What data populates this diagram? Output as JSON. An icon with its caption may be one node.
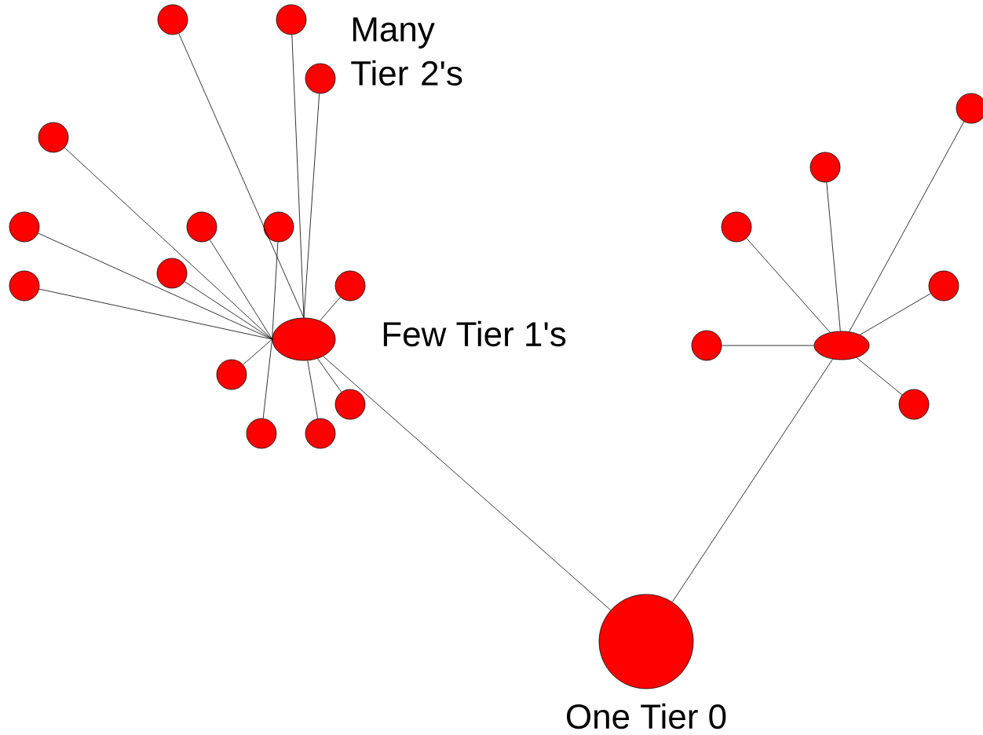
{
  "diagram": {
    "nodes": [
      {
        "text": [],
        "shape": "circle"
      },
      {
        "text": [],
        "shape": "circle"
      },
      {
        "text": [],
        "shape": "circle"
      },
      {
        "text": [],
        "shape": "circle"
      },
      {
        "text": [],
        "shape": "circle"
      },
      {
        "text": [],
        "shape": "circle"
      },
      {
        "text": [],
        "shape": "circle"
      },
      {
        "text": [],
        "shape": "circle"
      },
      {
        "text": [],
        "shape": "circle"
      },
      {
        "text": [],
        "shape": "circle"
      },
      {
        "text": [],
        "shape": "circle"
      },
      {
        "text": [],
        "shape": "circle"
      },
      {
        "text": [],
        "shape": "circle"
      },
      {
        "text": [],
        "shape": "circle"
      },
      {
        "text": [],
        "shape": "ellipse"
      },
      {
        "text": [],
        "shape": "ellipse"
      },
      {
        "text": [],
        "shape": "circle"
      },
      {
        "text": [],
        "shape": "circle"
      },
      {
        "text": [],
        "shape": "circle"
      },
      {
        "text": [],
        "shape": "circle"
      },
      {
        "text": [],
        "shape": "circle"
      },
      {
        "text": [],
        "shape": "circle"
      },
      {
        "text": [],
        "shape": "circle",
        "beside": [
          "One Tier 0"
        ]
      }
    ],
    "edges": [
      {
        "from": 22,
        "to": 14,
        "arrow": "none"
      },
      {
        "from": 22,
        "to": 15,
        "arrow": "none"
      },
      {
        "from": 14,
        "to": 0,
        "arrow": "none"
      },
      {
        "from": 14,
        "to": 1,
        "arrow": "none"
      },
      {
        "from": 14,
        "to": 2,
        "arrow": "none"
      },
      {
        "from": 14,
        "to": 4,
        "arrow": "none"
      },
      {
        "from": 14,
        "to": 6,
        "arrow": "none"
      },
      {
        "from": 14,
        "to": 7,
        "arrow": "none"
      },
      {
        "from": 14,
        "to": 8,
        "arrow": "none"
      },
      {
        "from": 14,
        "to": 10,
        "arrow": "none"
      },
      {
        "from": 14,
        "to": 11,
        "arrow": "none"
      },
      {
        "from": 14,
        "to": 12,
        "arrow": "none"
      },
      {
        "from": 14,
        "to": 17,
        "arrow": "none"
      },
      {
        "from": 14,
        "to": 18,
        "arrow": "none"
      },
      {
        "from": 14,
        "to": 20,
        "arrow": "none"
      },
      {
        "from": 14,
        "to": 21,
        "arrow": "none"
      },
      {
        "from": 15,
        "to": 3,
        "arrow": "none"
      },
      {
        "from": 15,
        "to": 5,
        "arrow": "none"
      },
      {
        "from": 15,
        "to": 9,
        "arrow": "none"
      },
      {
        "from": 15,
        "to": 13,
        "arrow": "none"
      },
      {
        "from": 15,
        "to": 16,
        "arrow": "none"
      },
      {
        "from": 15,
        "to": 19,
        "arrow": "none"
      }
    ],
    "labels": [
      "Many Tier 2's",
      "Few Tier 1's"
    ]
  }
}
